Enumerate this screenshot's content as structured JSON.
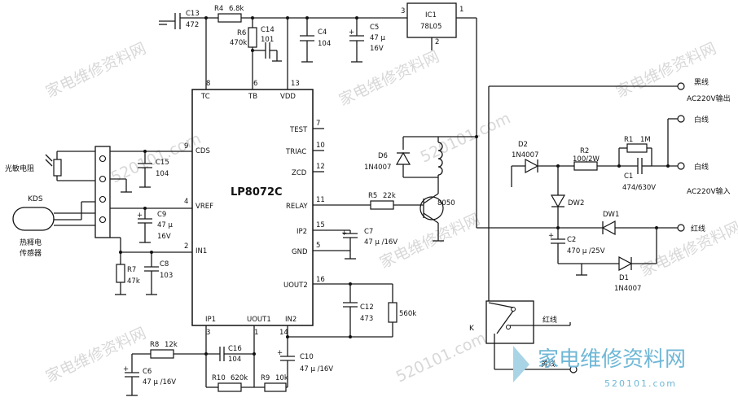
{
  "ic": {
    "name": "LP8072C",
    "pins_left": [
      {
        "num": "9",
        "label": "CDS"
      },
      {
        "num": "4",
        "label": "VREF"
      },
      {
        "num": "2",
        "label": "IN1"
      }
    ],
    "pins_top": [
      {
        "num": "8",
        "label": "TC"
      },
      {
        "num": "6",
        "label": "TB"
      },
      {
        "num": "13",
        "label": "VDD"
      }
    ],
    "pins_right": [
      {
        "num": "7",
        "label": "TEST"
      },
      {
        "num": "10",
        "label": "TRIAC"
      },
      {
        "num": "12",
        "label": "ZCD"
      },
      {
        "num": "11",
        "label": "RELAY"
      },
      {
        "num": "15",
        "label": "IP2"
      },
      {
        "num": "5",
        "label": "GND"
      },
      {
        "num": "16",
        "label": "UOUT2"
      }
    ],
    "pins_bottom": [
      {
        "num": "3",
        "label": "IP1"
      },
      {
        "num": "1",
        "label": "UOUT1"
      },
      {
        "num": "14",
        "label": "IN2"
      }
    ]
  },
  "regulator": {
    "ref": "IC1",
    "part": "78L05",
    "pin_in": "3",
    "pin_out": "1",
    "pin_gnd": "2"
  },
  "components": {
    "c13": {
      "ref": "C13",
      "value": "472"
    },
    "r4": {
      "ref": "R4",
      "value": "6.8k"
    },
    "r6": {
      "ref": "R6",
      "value": "470k"
    },
    "c14": {
      "ref": "C14",
      "value": "101"
    },
    "c4": {
      "ref": "C4",
      "value": "104"
    },
    "c5": {
      "ref": "C5",
      "value": "47 μ",
      "value2": "16V"
    },
    "c15": {
      "ref": "C15",
      "value": "104"
    },
    "c9": {
      "ref": "C9",
      "value": "47 μ",
      "value2": "16V"
    },
    "r7": {
      "ref": "R7",
      "value": "47k"
    },
    "c8": {
      "ref": "C8",
      "value": "103"
    },
    "d6": {
      "ref": "D6",
      "value": "1N4007"
    },
    "r5": {
      "ref": "R5",
      "value": "22k"
    },
    "q": {
      "value": "8050"
    },
    "c7": {
      "ref": "C7",
      "value": "47 μ /16V"
    },
    "c12": {
      "ref": "C12",
      "value": "473"
    },
    "r560": {
      "value": "560k"
    },
    "r8": {
      "ref": "R8",
      "value": "12k"
    },
    "c16": {
      "ref": "C16",
      "value": "104"
    },
    "c6": {
      "ref": "C6",
      "value": "47 μ /16V"
    },
    "r10": {
      "ref": "R10",
      "value": "620k"
    },
    "r9": {
      "ref": "R9",
      "value": "10k"
    },
    "c10": {
      "ref": "C10",
      "value": "47 μ /16V"
    },
    "d2": {
      "ref": "D2",
      "value": "1N4007"
    },
    "r2": {
      "ref": "R2",
      "value": "100/2W"
    },
    "r1": {
      "ref": "R1",
      "value": "1M"
    },
    "c1": {
      "ref": "C1",
      "value": "474/630V"
    },
    "dw2": {
      "ref": "DW2"
    },
    "dw1": {
      "ref": "DW1"
    },
    "c2": {
      "ref": "C2",
      "value": "470 μ /25V"
    },
    "d1": {
      "ref": "D1",
      "value": "1N4007"
    },
    "k": {
      "ref": "K"
    }
  },
  "labels": {
    "sensor_light": "光敏电阻",
    "kds": "KDS",
    "sensor_pir_1": "热释电",
    "sensor_pir_2": "传感器",
    "black_wire": "黑线",
    "ac_out": "AC220V输出",
    "white_wire_1": "白线",
    "white_wire_2": "白线",
    "ac_in": "AC220V输入",
    "red_wire_1": "红线",
    "red_wire_2": "红线",
    "yellow_wire": "黄线"
  },
  "watermark": {
    "text_cn": "家电维修资料网",
    "text_url": "520101.com",
    "logo_cn": "家电维修资料网",
    "logo_url": "520101.com"
  }
}
